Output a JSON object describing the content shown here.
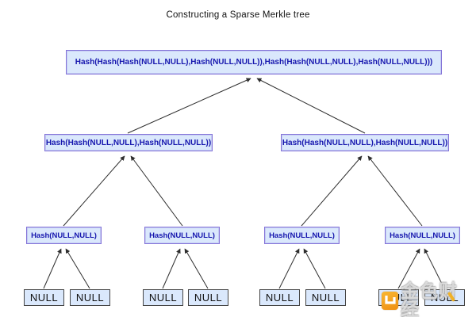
{
  "title": "Constructing a Sparse Merkle tree",
  "tree": {
    "root": "Hash(Hash(Hash(NULL,NULL),Hash(NULL,NULL)),Hash(Hash(NULL,NULL),Hash(NULL,NULL)))",
    "level2": [
      "Hash(Hash(NULL,NULL),Hash(NULL,NULL))",
      "Hash(Hash(NULL,NULL),Hash(NULL,NULL))"
    ],
    "level3": [
      "Hash(NULL,NULL)",
      "Hash(NULL,NULL)",
      "Hash(NULL,NULL)",
      "Hash(NULL,NULL)"
    ],
    "leaves": [
      "NULL",
      "NULL",
      "NULL",
      "NULL",
      "NULL",
      "NULL",
      "NULL",
      "NULL"
    ]
  },
  "colors": {
    "node_fill": "#dae8fc",
    "hash_border": "#8474d8",
    "hash_text": "#1616ae",
    "leaf_border": "#454545",
    "leaf_text": "#111111",
    "edge": "#2e2e2e",
    "watermark_orange": "#f5a01e"
  },
  "watermark": {
    "icon": "golden-finance-logo",
    "text": "金色财经"
  }
}
